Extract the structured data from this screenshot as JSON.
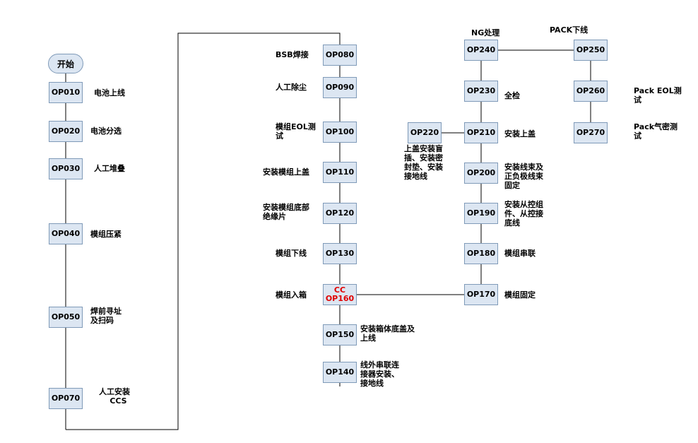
{
  "start": "开始",
  "left_column": [
    {
      "code": "OP010",
      "label": "电池上线"
    },
    {
      "code": "OP020",
      "label": "电池分选"
    },
    {
      "code": "OP030",
      "label": "人工堆叠"
    },
    {
      "code": "OP040",
      "label": "模组压紧"
    },
    {
      "code": "OP050",
      "label": "焊前寻址\n及扫码"
    },
    {
      "code": "OP070",
      "label": "人工安装\n    CCS"
    }
  ],
  "middle_column": [
    {
      "code": "OP080",
      "label": "BSB焊接"
    },
    {
      "code": "OP090",
      "label": "人工除尘"
    },
    {
      "code": "OP100",
      "label": "模组EOL测\n试"
    },
    {
      "code": "OP110",
      "label": "安装模组上盖"
    },
    {
      "code": "OP120",
      "label": "安装模组底部\n绝缘片"
    },
    {
      "code": "OP130",
      "label": "模组下线"
    },
    {
      "code_top": "CC",
      "code": "OP160",
      "label": "模组入箱"
    },
    {
      "code": "OP150",
      "label": "安装箱体底盖及\n上线"
    },
    {
      "code": "OP140",
      "label": "线外串联连\n接器安装、\n接地线"
    }
  ],
  "right_column": [
    {
      "code": "OP240",
      "label": "NG处理"
    },
    {
      "code": "OP230",
      "label": "全检"
    },
    {
      "code": "OP210",
      "label": "安装上盖"
    },
    {
      "code": "OP200",
      "label": "安装线束及\n正负极线束\n固定"
    },
    {
      "code": "OP190",
      "label": "安装从控组\n件、从控接\n底线"
    },
    {
      "code": "OP180",
      "label": "模组串联"
    },
    {
      "code": "OP170",
      "label": "模组固定"
    }
  ],
  "side_station": {
    "code": "OP220",
    "label": "上盖安装盲\n插、安装密\n封垫、安装\n接地线"
  },
  "far_right_column": [
    {
      "code": "OP250",
      "label": "PACK下线"
    },
    {
      "code": "OP260",
      "label": "Pack EOL测\n试"
    },
    {
      "code": "OP270",
      "label": "Pack气密测\n试"
    }
  ]
}
